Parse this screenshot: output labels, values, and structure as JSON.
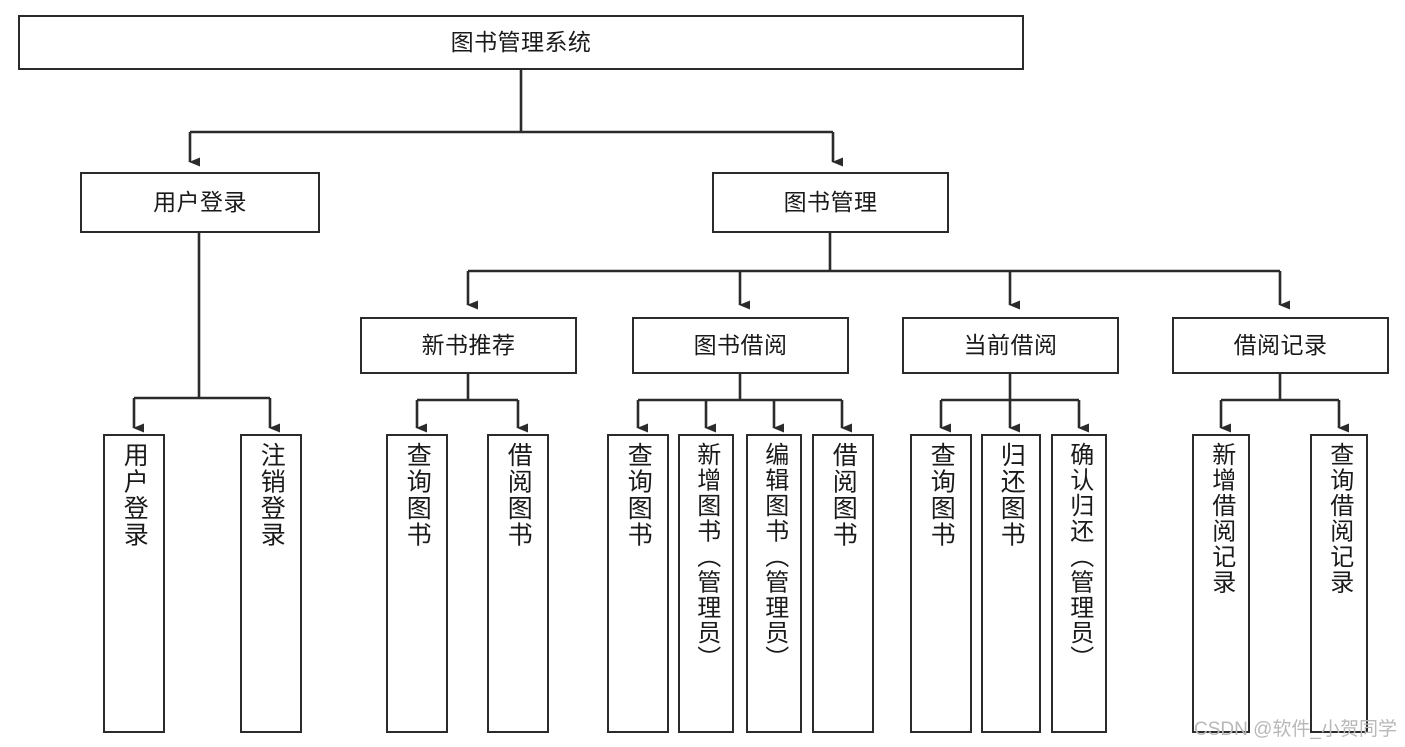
{
  "diagram": {
    "type": "tree",
    "title": "图书管理系统",
    "watermark": "CSDN @软件_小贺同学",
    "colors": {
      "box_border": "#2b2b2b",
      "box_fill": "#ffffff",
      "connector": "#2b2b2b",
      "text": "#1a1a1a",
      "watermark": "#b8b8b8",
      "background": "#ffffff"
    },
    "levels": [
      {
        "level": 1,
        "nodes": [
          {
            "id": "root",
            "label": "图书管理系统",
            "orientation": "horizontal"
          }
        ]
      },
      {
        "level": 2,
        "nodes": [
          {
            "id": "user-login",
            "label": "用户登录",
            "orientation": "horizontal",
            "parent": "root"
          },
          {
            "id": "book-manage",
            "label": "图书管理",
            "orientation": "horizontal",
            "parent": "root"
          }
        ]
      },
      {
        "level": 3,
        "nodes": [
          {
            "id": "new-book-rec",
            "label": "新书推荐",
            "orientation": "horizontal",
            "parent": "book-manage"
          },
          {
            "id": "book-borrow",
            "label": "图书借阅",
            "orientation": "horizontal",
            "parent": "book-manage"
          },
          {
            "id": "current-borrow",
            "label": "当前借阅",
            "orientation": "horizontal",
            "parent": "book-manage"
          },
          {
            "id": "borrow-record",
            "label": "借阅记录",
            "orientation": "horizontal",
            "parent": "book-manage"
          }
        ]
      },
      {
        "level": 4,
        "nodes": [
          {
            "id": "leaf-user-login",
            "label": "用户登录",
            "orientation": "vertical",
            "parent": "user-login"
          },
          {
            "id": "leaf-logout",
            "label": "注销登录",
            "orientation": "vertical",
            "parent": "user-login"
          },
          {
            "id": "leaf-query-book-1",
            "label": "查询图书",
            "orientation": "vertical",
            "parent": "new-book-rec"
          },
          {
            "id": "leaf-borrow-book-1",
            "label": "借阅图书",
            "orientation": "vertical",
            "parent": "new-book-rec"
          },
          {
            "id": "leaf-query-book-2",
            "label": "查询图书",
            "orientation": "vertical",
            "parent": "book-borrow"
          },
          {
            "id": "leaf-add-book",
            "label": "新增图书（管理员）",
            "orientation": "vertical",
            "parent": "book-borrow"
          },
          {
            "id": "leaf-edit-book",
            "label": "编辑图书（管理员）",
            "orientation": "vertical",
            "parent": "book-borrow"
          },
          {
            "id": "leaf-borrow-book-2",
            "label": "借阅图书",
            "orientation": "vertical",
            "parent": "book-borrow"
          },
          {
            "id": "leaf-query-book-3",
            "label": "查询图书",
            "orientation": "vertical",
            "parent": "current-borrow"
          },
          {
            "id": "leaf-return-book",
            "label": "归还图书",
            "orientation": "vertical",
            "parent": "current-borrow"
          },
          {
            "id": "leaf-confirm-return",
            "label": "确认归还（管理员）",
            "orientation": "vertical",
            "parent": "current-borrow"
          },
          {
            "id": "leaf-add-record",
            "label": "新增借阅记录",
            "orientation": "vertical",
            "parent": "borrow-record"
          },
          {
            "id": "leaf-query-record",
            "label": "查询借阅记录",
            "orientation": "vertical",
            "parent": "borrow-record"
          }
        ]
      }
    ]
  }
}
